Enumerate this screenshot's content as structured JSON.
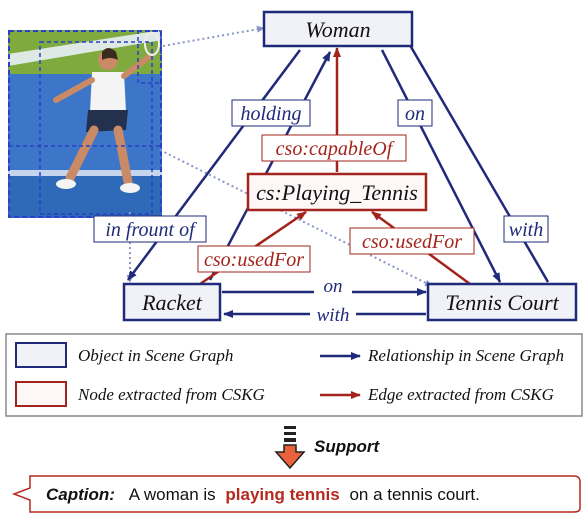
{
  "colors": {
    "object_stroke": "#1f2a7a",
    "object_fill": "#f1f1f8",
    "cskg": "#a3241c",
    "cskg_fill": "#fdf8f7",
    "dotted": "#8a95c8",
    "caption_highlight": "#b52a1f"
  },
  "graph": {
    "nodes": {
      "woman": "Woman",
      "racket": "Racket",
      "court": "Tennis Court",
      "playing": "cs:Playing_Tennis"
    },
    "edges": {
      "holding": "holding",
      "on_woman_court": "on",
      "in_front_of": "in frount of",
      "with_court_woman": "with",
      "on_racket_court": "on",
      "with_court_racket": "with",
      "capable_of": "cso:capableOf",
      "used_for_racket": "cso:usedFor",
      "used_for_court": "cso:usedFor"
    }
  },
  "legend": {
    "object_label": "Object in Scene Graph",
    "relationship_label": "Relationship in Scene Graph",
    "node_label": "Node extracted from CSKG",
    "edge_label": "Edge extracted from CSKG"
  },
  "support": {
    "label": "Support",
    "icon": "down-arrow-icon"
  },
  "caption": {
    "label": "Caption:",
    "text_before": "A woman is",
    "highlight": "playing tennis",
    "text_after": "on a tennis court."
  },
  "photo": {
    "icon": "tennis-player-photo"
  }
}
